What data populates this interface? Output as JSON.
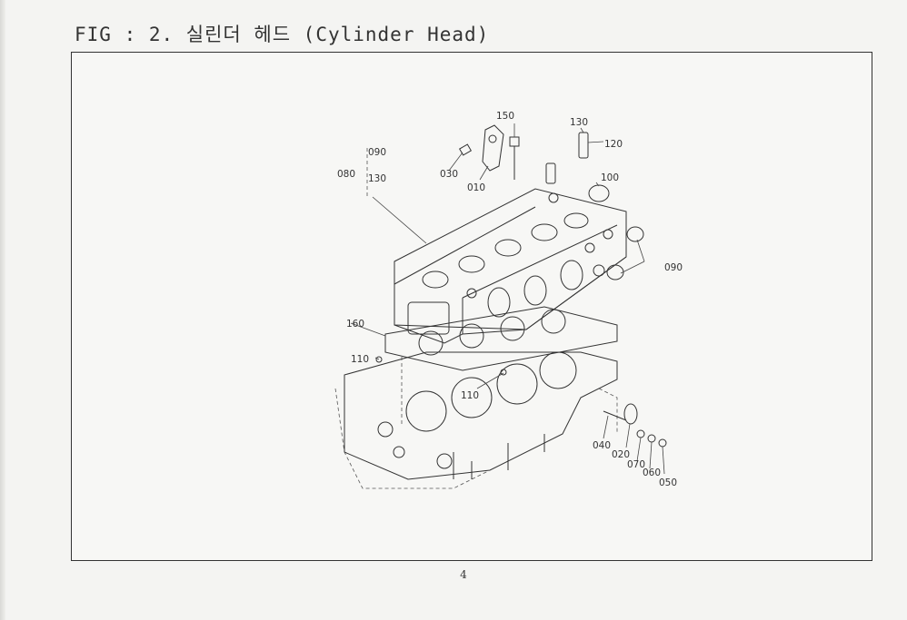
{
  "figure": {
    "title": "FIG : 2. 실린더 헤드 (Cylinder Head)"
  },
  "callouts": {
    "c150": "150",
    "c130_top": "130",
    "c120": "120",
    "c090_group": "090",
    "c080": "080",
    "c130_group": "130",
    "c030": "030",
    "c010": "010",
    "c100": "100",
    "c090_right": "090",
    "c160": "160",
    "c110_left": "110",
    "c110_mid": "110",
    "c040": "040",
    "c020": "020",
    "c070": "070",
    "c060": "060",
    "c050": "050"
  },
  "page": {
    "number": "4"
  }
}
